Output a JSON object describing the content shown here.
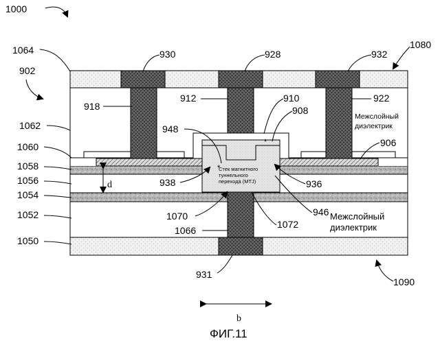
{
  "figure": {
    "number": "1000",
    "title": "ФИГ.11"
  },
  "references": {
    "r930": "930",
    "r928": "928",
    "r932": "932",
    "r1080": "1080",
    "r1064": "1064",
    "r902": "902",
    "r918": "918",
    "r912": "912",
    "r910": "910",
    "r908": "908",
    "r922": "922",
    "r1062": "1062",
    "r948": "948",
    "r906": "906",
    "r1060": "1060",
    "r1058": "1058",
    "r1056": "1056",
    "r938": "938",
    "r936": "936",
    "r1054": "1054",
    "r946": "946",
    "r1052": "1052",
    "r1070": "1070",
    "r1072": "1072",
    "r1066": "1066",
    "r1050": "1050",
    "r931": "931",
    "r1090": "1090"
  },
  "labels": {
    "ild_upper_1": "Межслойный",
    "ild_upper_2": "диэлектрик",
    "ild_lower_1": "Межслойный",
    "ild_lower_2": "диэлектрик",
    "mtj_1": "Стек магнитного",
    "mtj_2": "туннельного",
    "mtj_3": "перехода (MTJ)",
    "d": "d",
    "b": "b",
    "asterisk": "*"
  }
}
